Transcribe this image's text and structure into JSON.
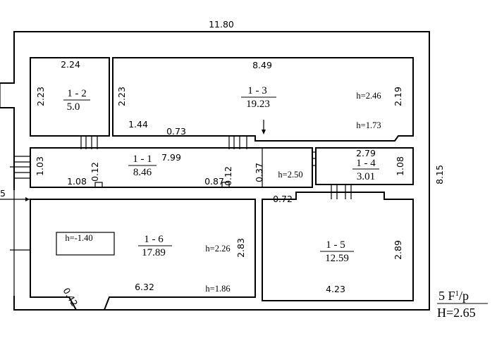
{
  "plan": {
    "overall_width": "11.80",
    "overall_depth": "8.15",
    "edge_dim": "5",
    "floor_label": "5 F",
    "floor_sup": "1",
    "floor_suffix": "/p",
    "floor_height": "H=2.65"
  },
  "rooms": {
    "r12": {
      "id": "1 - 2",
      "area": "5.0",
      "width": "2.24",
      "depth": "2.23"
    },
    "r13": {
      "id": "1 - 3",
      "area": "19.23",
      "width": "8.49",
      "depth_left": "2.23",
      "depth_right": "2.19",
      "h_top": "h=2.46",
      "h_bottom": "h=1.73",
      "dim_a": "1.44",
      "dim_b": "0.73"
    },
    "r11": {
      "id": "1 - 1",
      "area": "8.46",
      "length": "7.99",
      "depth": "1.03",
      "dim_a": "0.12",
      "dim_b": "1.08",
      "dim_c": "0.87",
      "dim_d": "0.12",
      "dim_e": "0.37",
      "h": "h=2.50"
    },
    "r14": {
      "id": "1 - 4",
      "area": "3.01",
      "width": "2.79",
      "depth": "1.08"
    },
    "r16": {
      "id": "1 - 6",
      "area": "17.89",
      "width": "6.32",
      "depth": "2.83",
      "h_top": "h=2.26",
      "h_bottom": "h=1.86",
      "h_box": "h=-1.40",
      "dim_a": "0.42"
    },
    "r15": {
      "id": "1 - 5",
      "area": "12.59",
      "width": "4.23",
      "depth": "2.89",
      "dim_a": "0.72"
    }
  }
}
